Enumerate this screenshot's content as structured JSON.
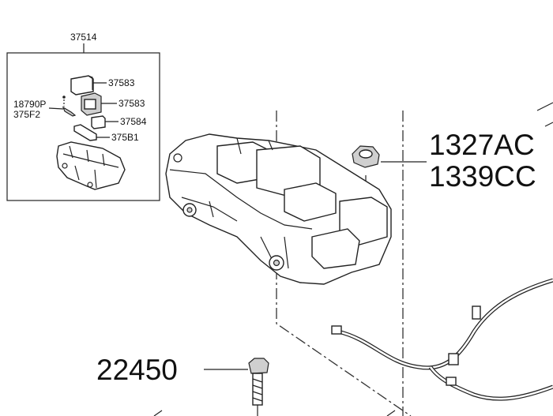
{
  "inset": {
    "assembly_label": "37514",
    "callouts": [
      {
        "id": "relay-1",
        "label": "37583"
      },
      {
        "id": "relay-2",
        "label": "37583"
      },
      {
        "id": "relay-3",
        "label": "37584"
      },
      {
        "id": "fuse-block",
        "label": "375B1"
      }
    ],
    "fuse_labels": [
      "18790P",
      "375F2"
    ]
  },
  "main": {
    "nut_labels": [
      "1327AC",
      "1339CC"
    ],
    "bolt_label": "22450"
  }
}
